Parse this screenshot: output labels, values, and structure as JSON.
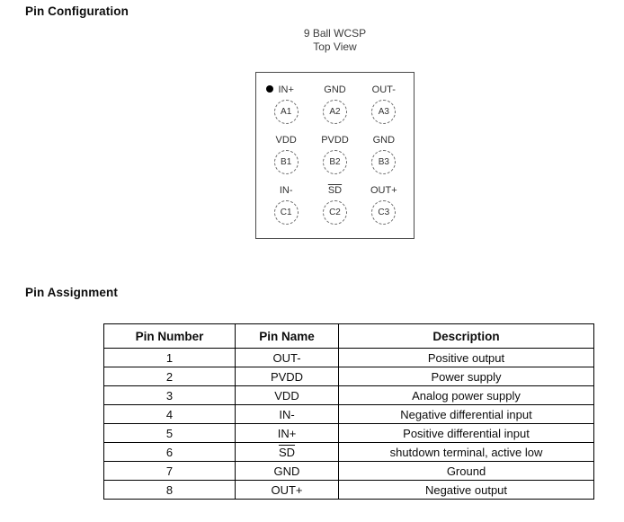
{
  "page": {
    "pin_configuration_title": "Pin Configuration",
    "pin_assignment_title": "Pin Assignment"
  },
  "diagram": {
    "title_line1": "9 Ball WCSP",
    "title_line2": "Top View",
    "pin1_marker": "dot",
    "pins": [
      {
        "label": "IN+",
        "ball": "A1"
      },
      {
        "label": "GND",
        "ball": "A2"
      },
      {
        "label": "OUT-",
        "ball": "A3"
      },
      {
        "label": "VDD",
        "ball": "B1"
      },
      {
        "label": "PVDD",
        "ball": "B2"
      },
      {
        "label": "GND",
        "ball": "B3"
      },
      {
        "label": "IN-",
        "ball": "C1"
      },
      {
        "label": "SD",
        "ball": "C2",
        "overline": true
      },
      {
        "label": "OUT+",
        "ball": "C3"
      }
    ]
  },
  "table": {
    "headers": [
      "Pin Number",
      "Pin Name",
      "Description"
    ],
    "rows": [
      {
        "pin_number": "1",
        "pin_name": "OUT-",
        "description": "Positive output"
      },
      {
        "pin_number": "2",
        "pin_name": "PVDD",
        "description": "Power supply"
      },
      {
        "pin_number": "3",
        "pin_name": "VDD",
        "description": "Analog power supply"
      },
      {
        "pin_number": "4",
        "pin_name": "IN-",
        "description": "Negative differential input"
      },
      {
        "pin_number": "5",
        "pin_name": "IN+",
        "description": "Positive differential input"
      },
      {
        "pin_number": "6",
        "pin_name": "SD",
        "description": "shutdown terminal, active low",
        "overline": true
      },
      {
        "pin_number": "7",
        "pin_name": "GND",
        "description": "Ground"
      },
      {
        "pin_number": "8",
        "pin_name": "OUT+",
        "description": "Negative output"
      }
    ]
  }
}
